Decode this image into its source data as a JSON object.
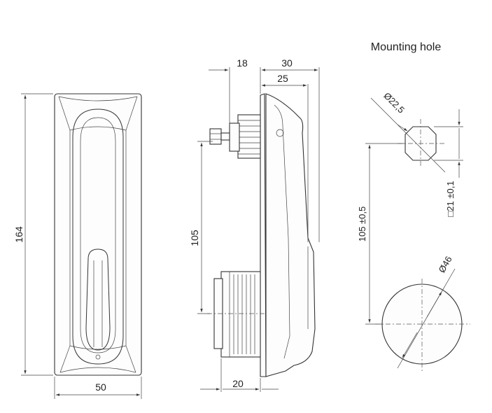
{
  "title": "Mounting hole",
  "dimensions": {
    "front_height": "164",
    "front_width": "50",
    "side_top_left": "18",
    "side_top_right": "30",
    "side_depth": "25",
    "side_pitch": "105",
    "side_cylinder": "20",
    "hole_square_dia": "Ø22,5",
    "hole_square_side": "□21 ±0,1",
    "hole_pitch": "105 ±0,5",
    "hole_round_dia": "Ø46"
  }
}
